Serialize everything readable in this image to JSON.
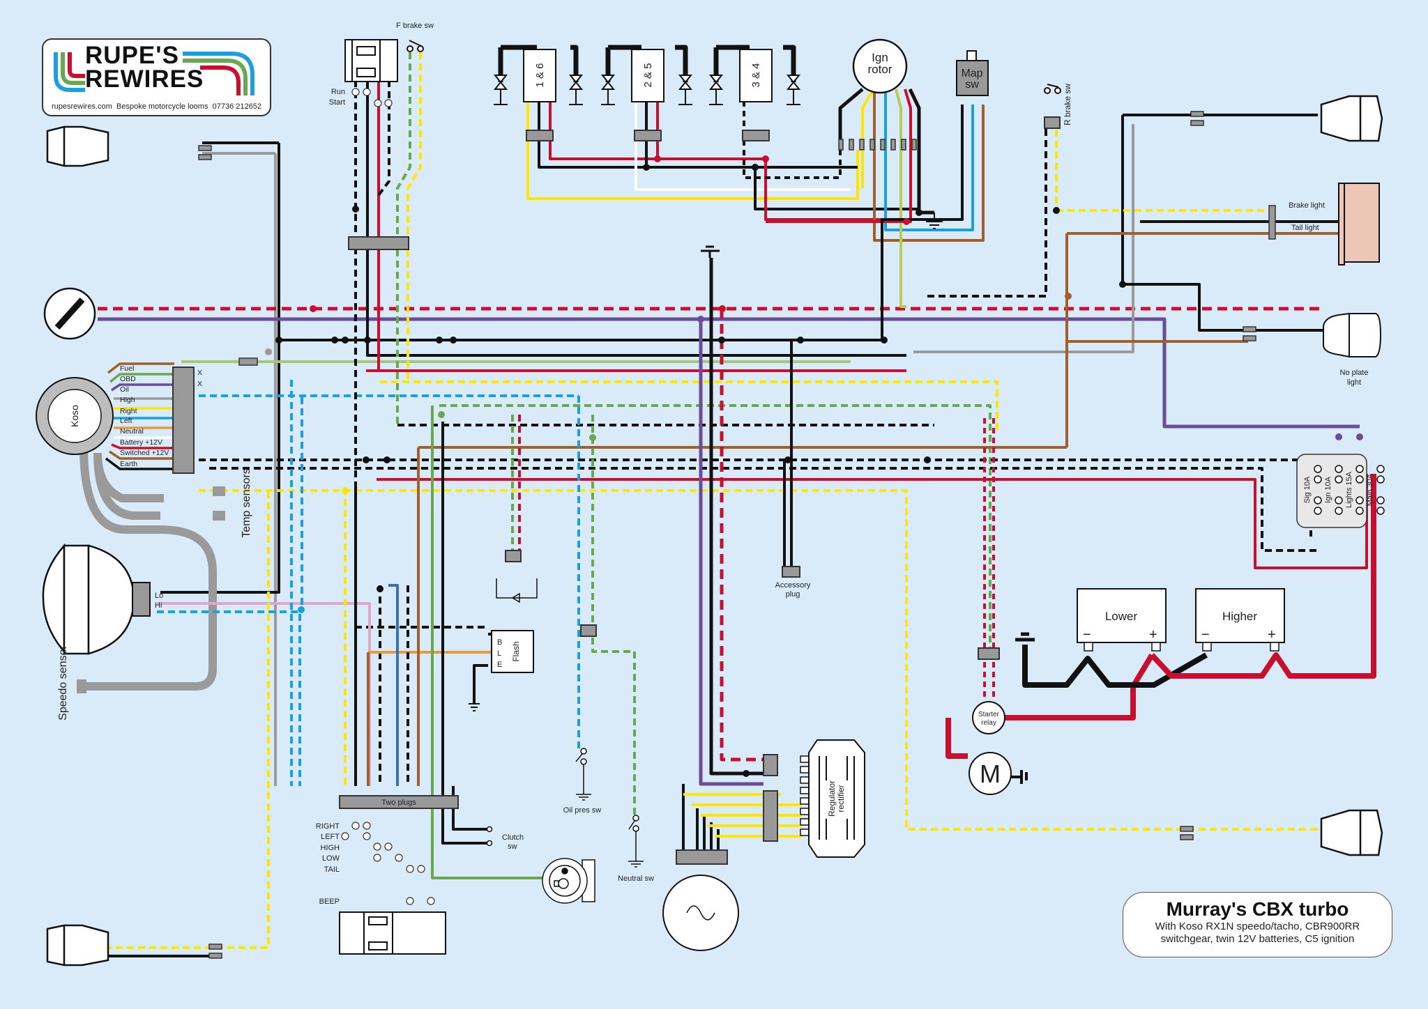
{
  "logo": {
    "brand_line1": "RUPE'S",
    "brand_line2": "REWIRES",
    "website": "rupesrewires.com",
    "tagline": "Bespoke motorcycle looms",
    "phone": "07736 212652"
  },
  "title_block": {
    "title": "Murray's CBX turbo",
    "subtitle_line1": "With Koso RX1N speedo/tacho, CBR900RR",
    "subtitle_line2": "switchgear, twin 12V batteries, C5 ignition"
  },
  "components": {
    "koso": "Koso",
    "koso_pins": [
      "Fuel",
      "OBD",
      "Oil",
      "High",
      "Right",
      "Left",
      "Neutral",
      "Battery +12V",
      "Switched +12V",
      "Earth"
    ],
    "koso_unused_marks": [
      "X",
      "X"
    ],
    "temp_sensors": "Temp sensors",
    "speedo_sensor": "Speedo sensor",
    "headlight_lo": "Lo",
    "headlight_hi": "Hi",
    "run_label": "Run",
    "start_label": "Start",
    "f_brake_sw": "F brake sw",
    "coils": [
      "1 & 6",
      "2 & 5",
      "3 & 4"
    ],
    "ign_rotor": "Ign rotor",
    "map_sw": "Map sw",
    "r_brake_sw": "R brake sw",
    "brake_light": "Brake light",
    "tail_light": "Tail light",
    "no_plate_light": "No plate light",
    "fuses": [
      "Sig 10A",
      "Ign 10A",
      "Lights 15A",
      "Main 30A"
    ],
    "accessory_plug": "Accessory plug",
    "flash": "Flash",
    "flash_pins": [
      "B",
      "L",
      "E"
    ],
    "oil_pres_sw": "Oil pres sw",
    "neutral_sw": "Neutral sw",
    "clutch_sw": "Clutch sw",
    "two_plugs": "Two plugs",
    "switch_labels": [
      "RIGHT",
      "LEFT",
      "HIGH",
      "LOW",
      "TAIL",
      "BEEP"
    ],
    "battery_lower": "Lower",
    "battery_higher": "Higher",
    "battery_minus": "−",
    "battery_plus": "+",
    "starter_relay": "Starter relay",
    "motor": "M",
    "regulator": "Regulator rectifier"
  },
  "colors": {
    "background": "#d9eaf8",
    "black": "#111111",
    "red": "#c8102e",
    "yellow": "#ffe600",
    "blue": "#1aa0e0",
    "green": "#6aa84f",
    "brown": "#a0602a",
    "purple": "#6b4c9a",
    "grey": "#9a9a9a",
    "white": "#ffffff",
    "orange": "#e69a3c",
    "pink": "#e0a8c8",
    "lightgreen": "#b5cc55",
    "darkblue": "#3a6fb0",
    "lightblue": "#8ec8ee",
    "tail_lamp": "#ecc6b6"
  }
}
